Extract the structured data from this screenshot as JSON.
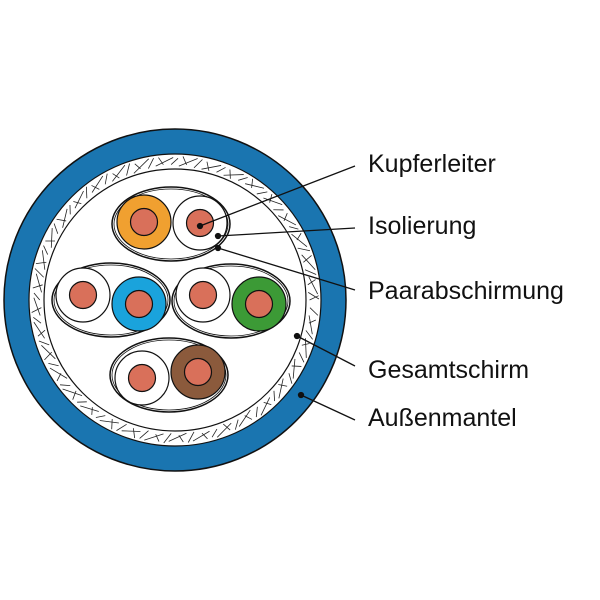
{
  "labels": {
    "copper_conductor": "Kupferleiter",
    "insulation": "Isolierung",
    "pair_shield": "Paarabschirmung",
    "overall_shield": "Gesamtschirm",
    "outer_jacket": "Außenmantel"
  },
  "colors": {
    "jacket": "#1a75b0",
    "copper": "#d9705a",
    "orange": "#f0a030",
    "blue": "#1aa3dc",
    "green": "#3c9a36",
    "brown": "#8b5a3c",
    "white": "#ffffff"
  },
  "pairs": [
    {
      "colored_wire": "orange"
    },
    {
      "colored_wire": "blue"
    },
    {
      "colored_wire": "green"
    },
    {
      "colored_wire": "brown"
    }
  ]
}
